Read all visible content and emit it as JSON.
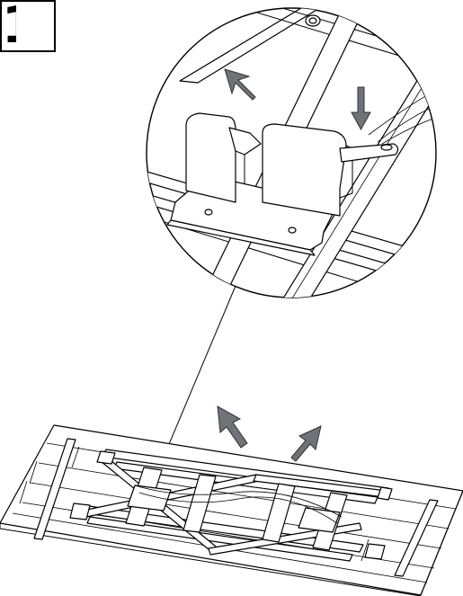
{
  "step": {
    "number": "1"
  },
  "colors": {
    "line": "#000000",
    "arrow": "#6f7378",
    "arrow_stroke": "#2f3236",
    "paper": "#ffffff",
    "panel": "#f7f7f7"
  },
  "arrows": [
    {
      "name": "lift-arrow-detail",
      "icon": "arrow-up-left-icon"
    },
    {
      "name": "press-arrow-detail",
      "icon": "arrow-down-icon"
    },
    {
      "name": "lift-arrow-left",
      "icon": "arrow-up-left-icon"
    },
    {
      "name": "lift-arrow-right",
      "icon": "arrow-up-right-icon"
    }
  ]
}
